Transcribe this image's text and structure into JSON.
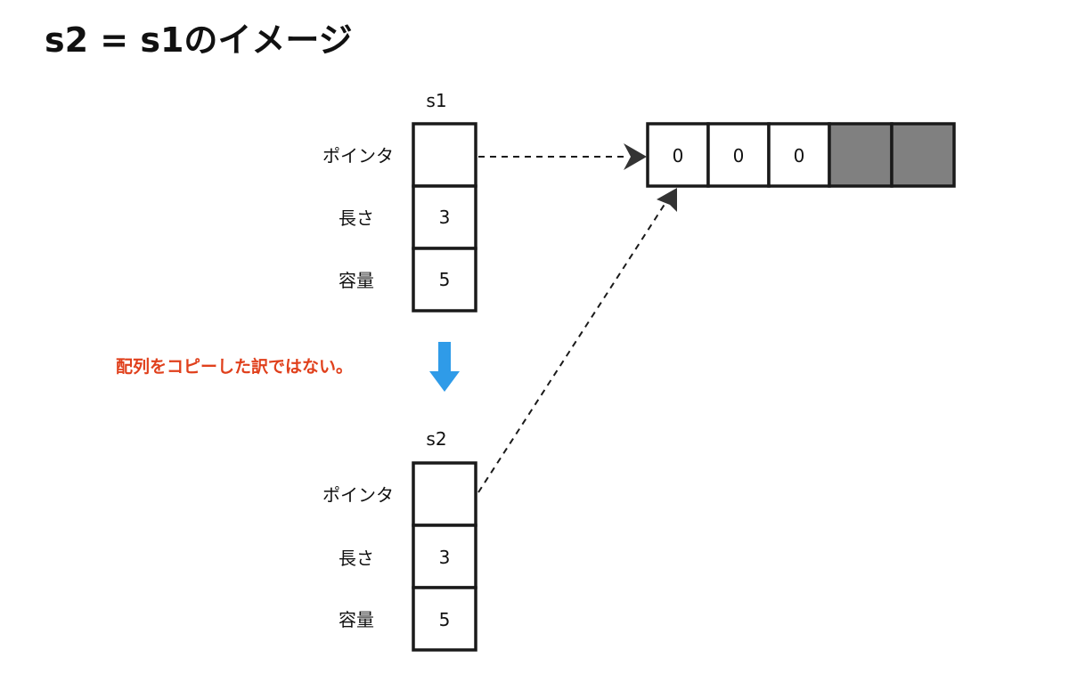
{
  "title": "s2 = s1のイメージ",
  "structs": [
    {
      "name": "s1",
      "fields": [
        {
          "label": "ポインタ",
          "value": ""
        },
        {
          "label": "長さ",
          "value": "3"
        },
        {
          "label": "容量",
          "value": "5"
        }
      ]
    },
    {
      "name": "s2",
      "fields": [
        {
          "label": "ポインタ",
          "value": ""
        },
        {
          "label": "長さ",
          "value": "3"
        },
        {
          "label": "容量",
          "value": "5"
        }
      ]
    }
  ],
  "array": {
    "cells": [
      {
        "value": "0",
        "used": true
      },
      {
        "value": "0",
        "used": true
      },
      {
        "value": "0",
        "used": true
      },
      {
        "value": "",
        "used": false
      },
      {
        "value": "",
        "used": false
      }
    ],
    "unused_color": "#808080"
  },
  "note": {
    "text": "配列をコピーした訳ではない。",
    "color": "#e0401c"
  },
  "flow_arrow": {
    "icon": "arrow-down-icon",
    "color": "#2f9be8"
  }
}
